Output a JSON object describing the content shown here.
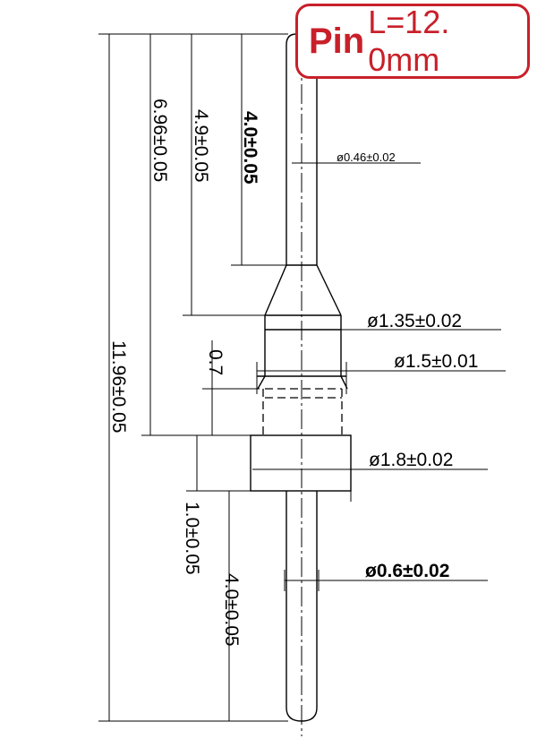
{
  "title": {
    "pin": "Pin",
    "length": "L=12. 0mm"
  },
  "dimensions": {
    "shank_diameter": "ø0.46±0.02",
    "cone_diameter": "ø1.35±0.02",
    "collar_diameter": "ø1.5±0.01",
    "flange_diameter": "ø1.8±0.02",
    "tail_diameter": "ø0.6±0.02",
    "total_length": "11.96±0.05",
    "to_flange": "6.96±0.05",
    "to_collar": "4.9±0.05",
    "shank_length": "4.0±0.05",
    "collar_gap": "0.7",
    "flange_thickness": "1.0±0.05",
    "tail_length": "4.0±0.05"
  }
}
